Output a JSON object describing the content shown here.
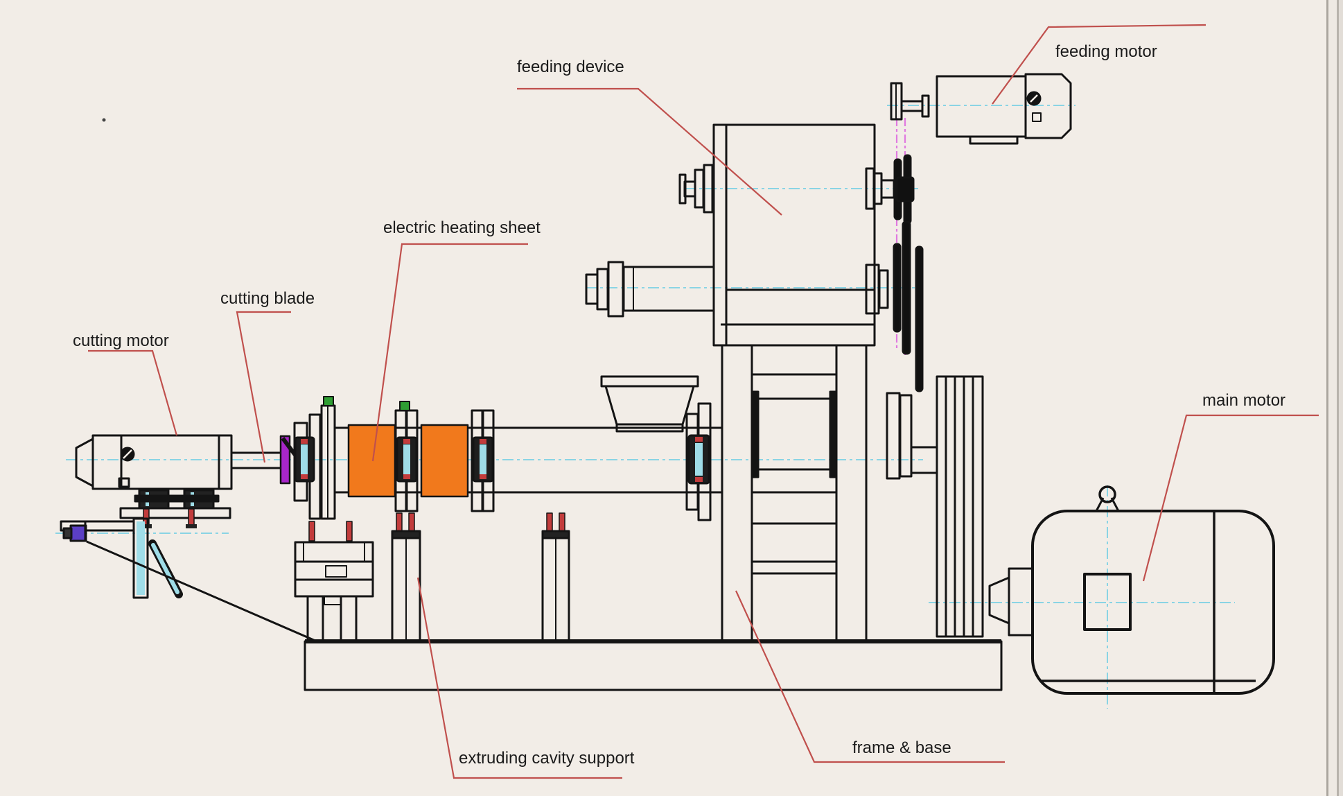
{
  "diagram": {
    "labels": {
      "feeding_device": {
        "text": "feeding device"
      },
      "feeding_motor": {
        "text": "feeding motor"
      },
      "electric_heating_sheet": {
        "text": "electric heating sheet"
      },
      "cutting_blade": {
        "text": "cutting blade"
      },
      "cutting_motor": {
        "text": "cutting motor"
      },
      "extruding_cavity_support": {
        "text": "extruding cavity support"
      },
      "frame_and_base": {
        "text": "frame & base"
      },
      "main_motor": {
        "text": "main motor"
      }
    },
    "colors": {
      "background": "#f2ede7",
      "line_black": "#141414",
      "centerline_cyan": "#8ad4e4",
      "belt_magenta": "#e07ae0",
      "leader_red": "#c0504d",
      "label_text": "#1b1b1b",
      "heater_orange": "#f1791c",
      "blade_purple": "#a826c9",
      "cap_green": "#2f9e33",
      "part_cyan": "#9fdde8",
      "bolt_red": "#c23c3c",
      "bolt_blue": "#5b3fc4",
      "page_edge_gray": "#aba69f"
    }
  }
}
